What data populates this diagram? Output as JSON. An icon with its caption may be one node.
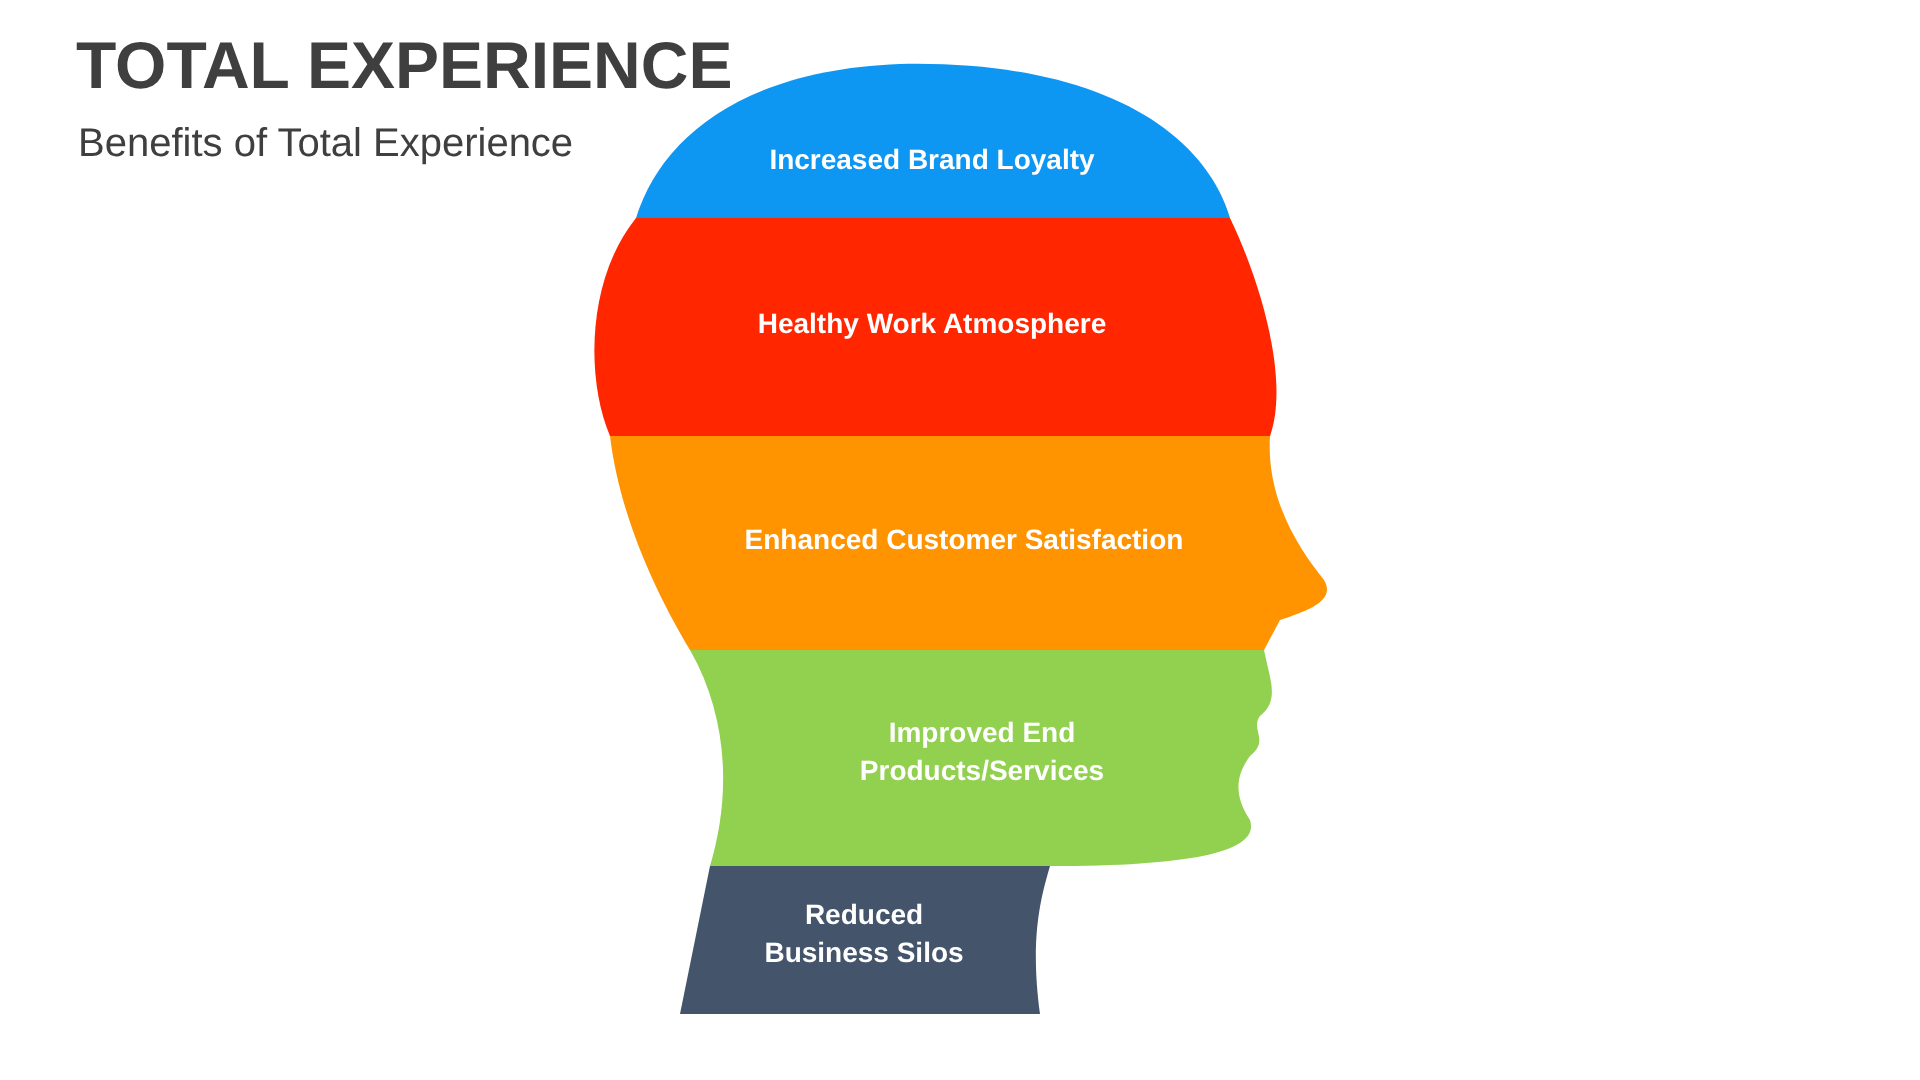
{
  "diagram": {
    "title": "TOTAL EXPERIENCE",
    "nodes": [
      {
        "text": [
          "Increased Brand Loyalty"
        ]
      },
      {
        "text": [
          "Healthy Work Atmosphere"
        ]
      },
      {
        "text": [
          "Enhanced Customer Satisfaction"
        ]
      },
      {
        "text": [
          "Improved End Products/Services"
        ]
      },
      {
        "text": [
          "Reduced Business Silos"
        ]
      }
    ],
    "labels": [
      "Benefits of Total Experience"
    ]
  }
}
